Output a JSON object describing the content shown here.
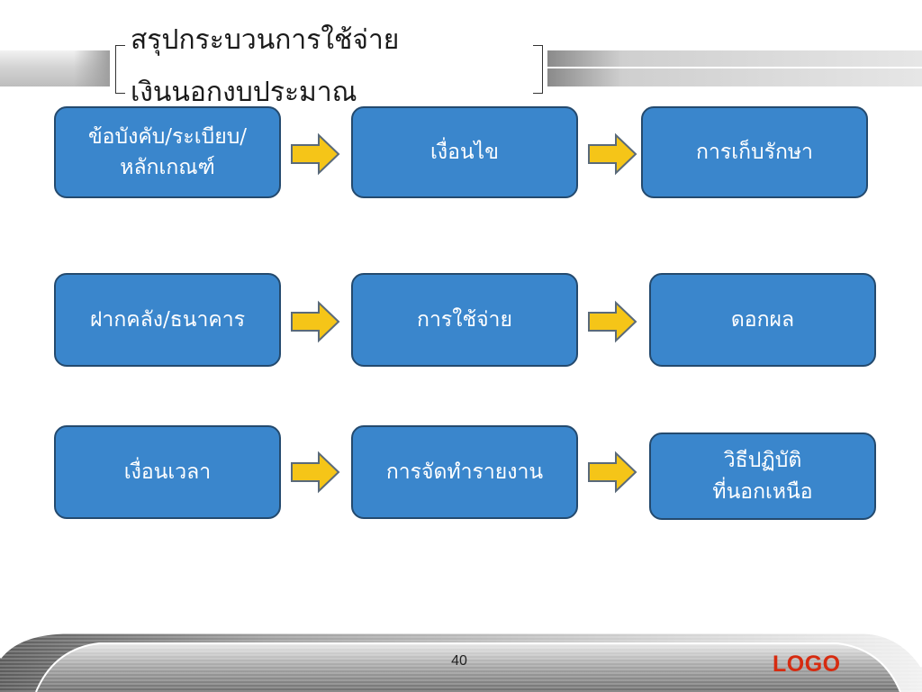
{
  "title": {
    "line1": "สรุปกระบวนการใช้จ่าย",
    "line2": "เงินนอกงบประมาณ"
  },
  "rows": [
    {
      "boxes": [
        {
          "lines": [
            "ข้อบังคับ/ระเบียบ/",
            "หลักเกณฑ์"
          ]
        },
        {
          "lines": [
            "เงื่อนไข"
          ]
        },
        {
          "lines": [
            "การเก็บรักษา"
          ]
        }
      ]
    },
    {
      "boxes": [
        {
          "lines": [
            "ฝากคลัง/ธนาคาร"
          ]
        },
        {
          "lines": [
            "การใช้จ่าย"
          ]
        },
        {
          "lines": [
            "ดอกผล"
          ]
        }
      ]
    },
    {
      "boxes": [
        {
          "lines": [
            "เงื่อนเวลา"
          ]
        },
        {
          "lines": [
            "การจัดทำรายงาน"
          ]
        },
        {
          "lines": [
            "วิธีปฏิบัติ",
            "ที่นอกเหนือ"
          ]
        }
      ]
    }
  ],
  "footer": {
    "page_number": "40",
    "logo": "LOGO"
  },
  "colors": {
    "box_fill": "#3a86cc",
    "box_border": "#244a6e",
    "arrow_fill": "#f5c518",
    "arrow_stroke": "#5a6a7a",
    "logo": "#d62b10"
  },
  "icons": {
    "arrow": "right-arrow-icon"
  }
}
